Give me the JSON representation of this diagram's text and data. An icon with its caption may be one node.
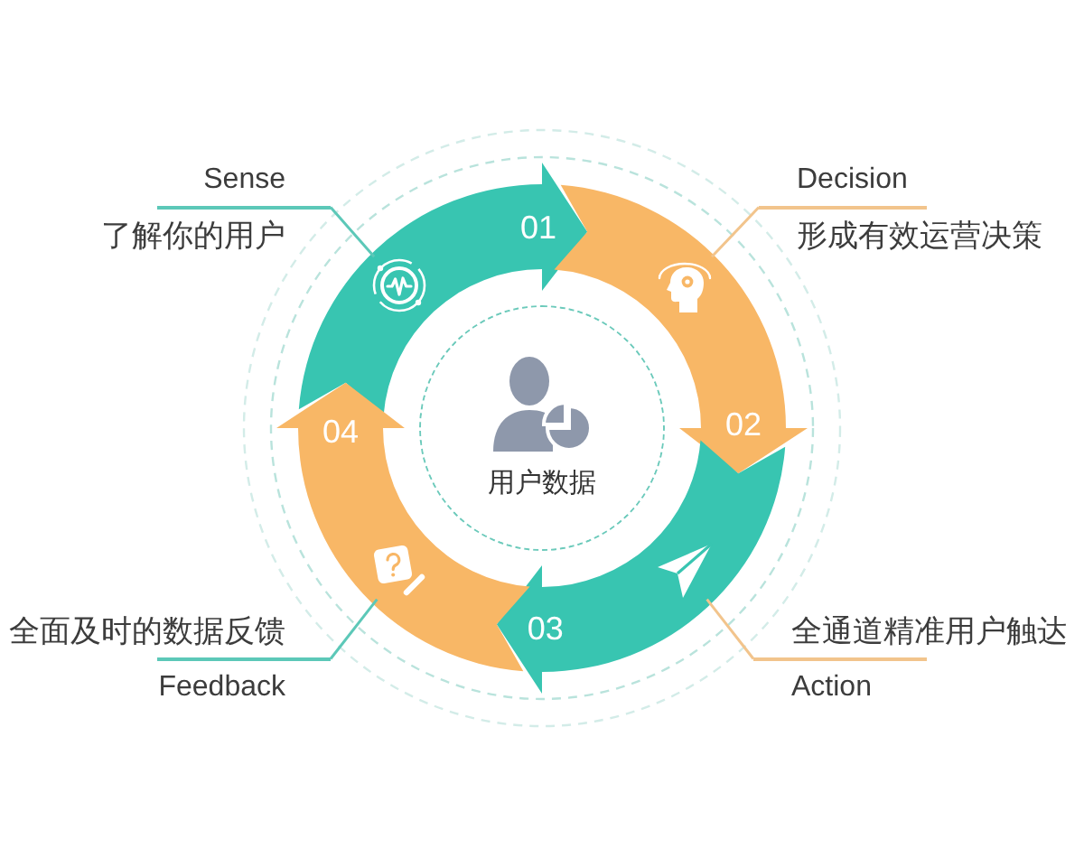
{
  "diagram": {
    "nodes": [
      {
        "text": [
          "Sense",
          "了解你的用户"
        ]
      },
      {
        "text": [
          "Decision",
          "形成有效运营决策"
        ]
      },
      {
        "text": [
          "01"
        ]
      },
      {
        "text": [],
        "shape": "picture",
        "in": 2
      },
      {
        "text": [
          "02"
        ]
      },
      {
        "text": [],
        "shape": "picture",
        "in": 4
      },
      {
        "text": [
          "03"
        ]
      },
      {
        "text": [],
        "shape": "picture",
        "in": 6
      },
      {
        "text": [
          "04"
        ]
      },
      {
        "text": [],
        "shape": "picture",
        "in": 8
      },
      {
        "text": [
          "用户数据"
        ]
      },
      {
        "text": [
          "全面及时的数据反馈",
          "Feedback"
        ]
      },
      {
        "text": [
          "全通道精准用户触达",
          "Action"
        ]
      }
    ],
    "edges": [
      {
        "from": 0,
        "to": 3,
        "arrow": "none",
        "color": "#5cc8b8"
      },
      {
        "from": 1,
        "to": 5,
        "arrow": "none",
        "color": "#f2c48c"
      },
      {
        "from": 12,
        "to": 7,
        "arrow": "none",
        "color": "#f2c48c"
      },
      {
        "from": 11,
        "to": 9,
        "arrow": "none",
        "color": "#5cc8b8"
      }
    ]
  }
}
